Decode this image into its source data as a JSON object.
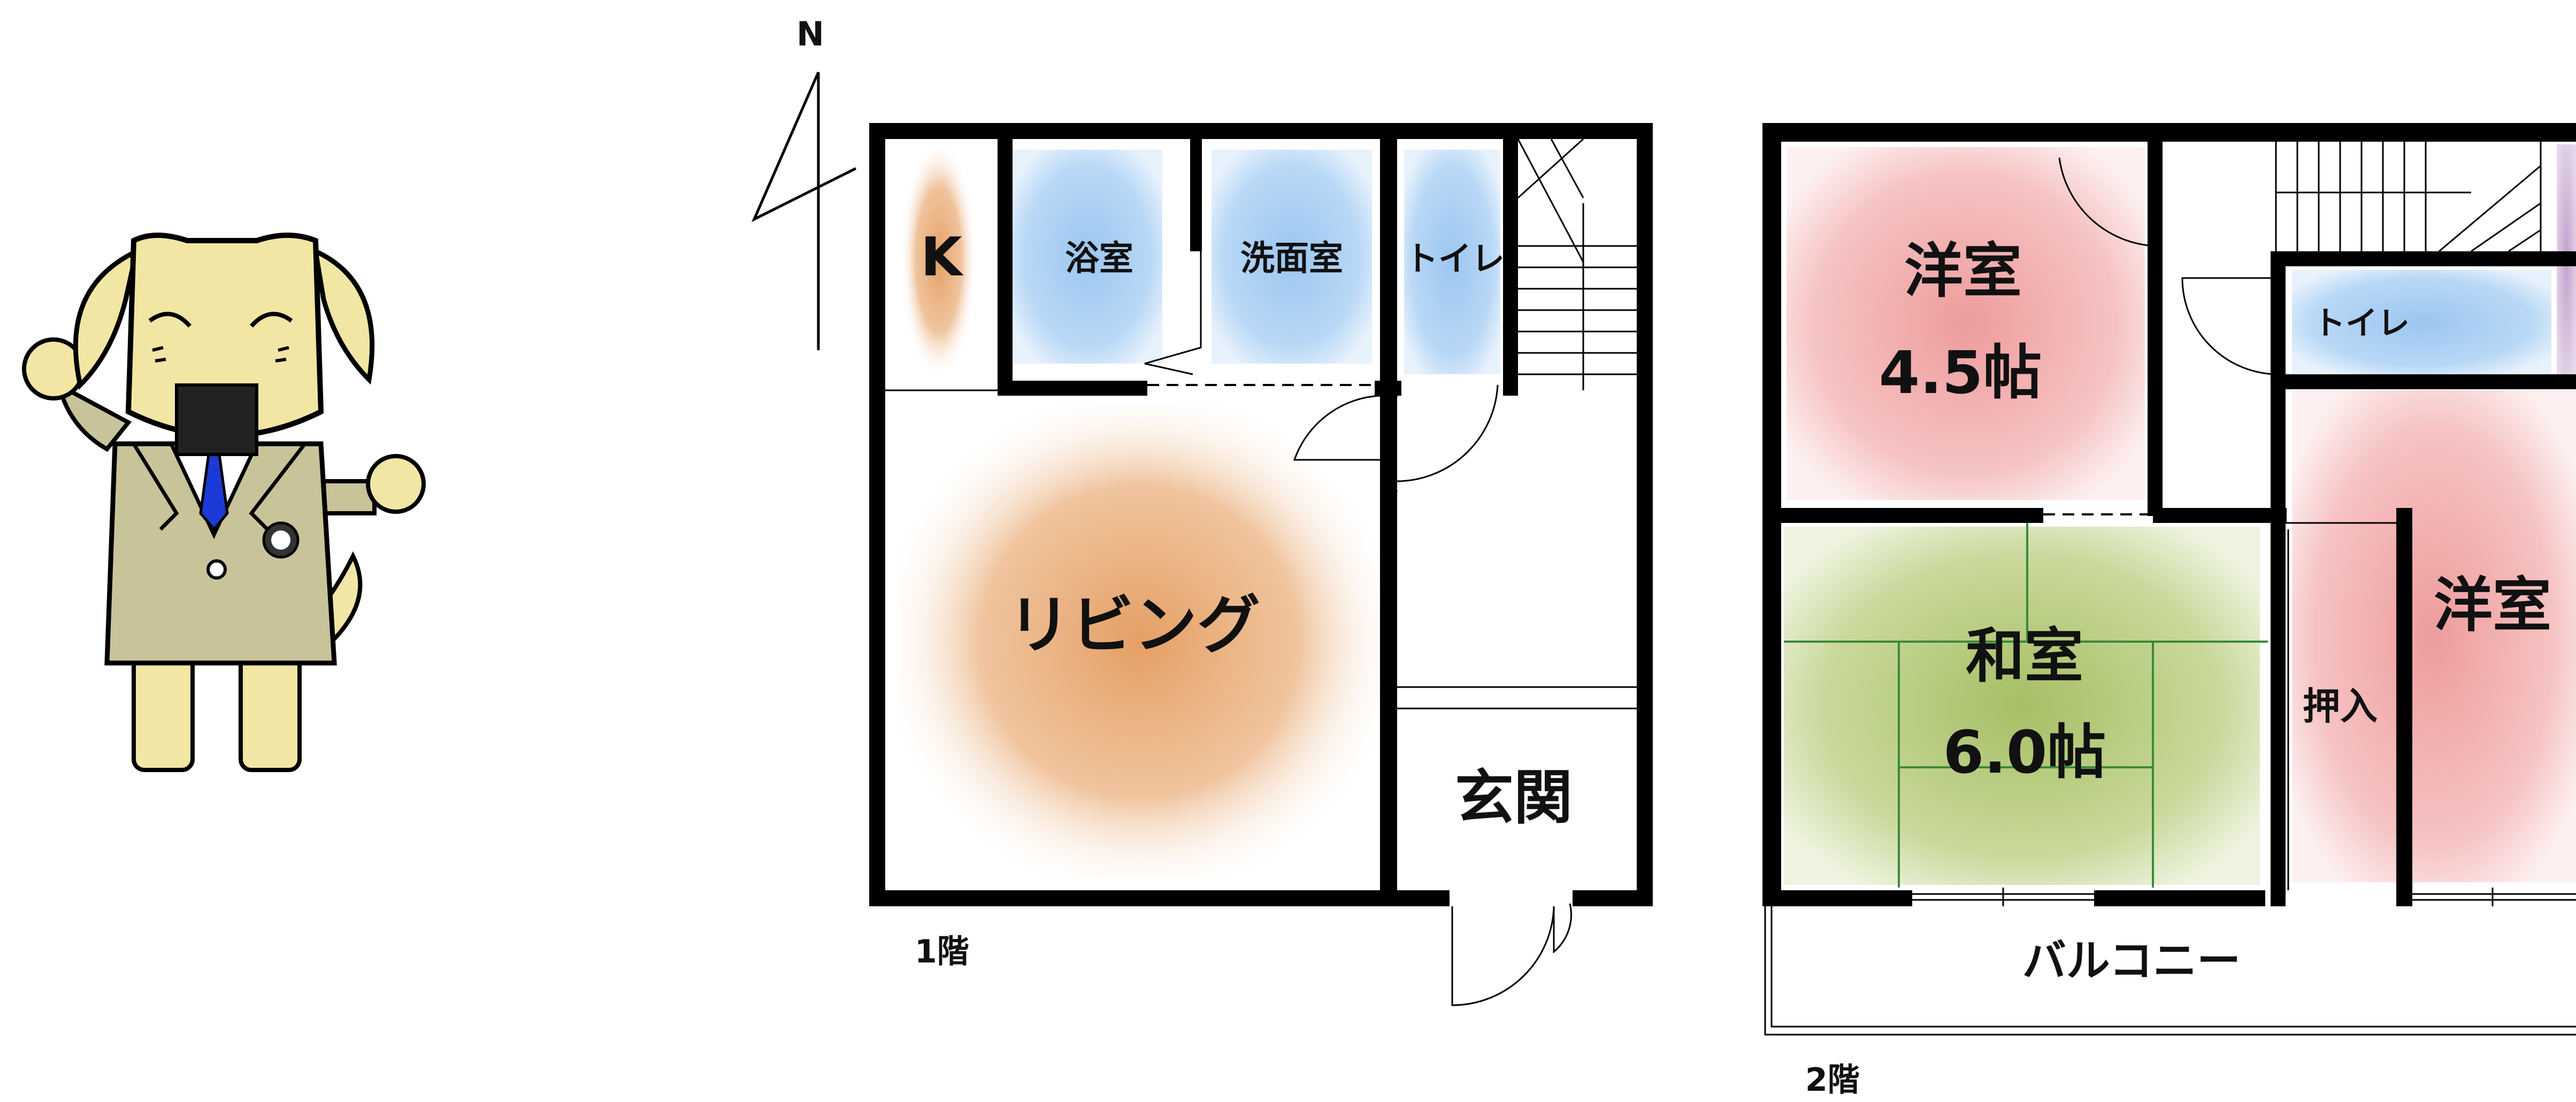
{
  "compass": {
    "label": "N"
  },
  "floor1": {
    "caption": "1階",
    "rooms": {
      "kitchen": "K",
      "bath": "浴室",
      "washroom": "洗面室",
      "toilet": "トイレ",
      "living": "リビング",
      "entrance": "玄関"
    }
  },
  "floor2": {
    "caption": "2階",
    "rooms": {
      "western_a": {
        "name": "洋室",
        "size": "4.5帖"
      },
      "toilet": "トイレ",
      "japanese": {
        "name": "和室",
        "size": "6.0帖"
      },
      "closet": "押入",
      "western_b": {
        "name": "洋室"
      },
      "balcony": "バルコニー"
    }
  },
  "colors": {
    "living_orange": "#e6a36b",
    "water_blue": "#9fc8f0",
    "western_pink": "#f2aaaa",
    "japanese_green": "#aac36a",
    "closet_purple": "#c8a9cf",
    "mascot_yellow": "#f2e6a4",
    "mascot_suit": "#c9c39a"
  },
  "icons": [
    "mascot-dog-icon",
    "compass-icon"
  ]
}
